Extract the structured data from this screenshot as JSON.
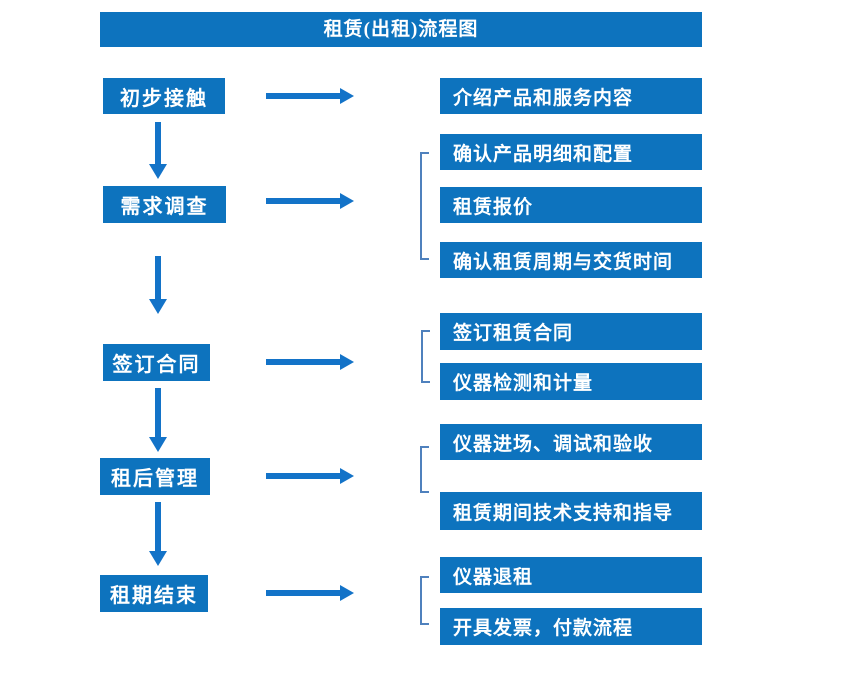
{
  "title": "租赁(出租)流程图",
  "colors": {
    "box_blue": "#0d73be",
    "arrow_blue": "#1373c8",
    "bracket_blue": "#4f81bd",
    "text_white": "#ffffff",
    "background": "#ffffff"
  },
  "icons": {
    "flow_arrow_right": "right-arrow",
    "flow_arrow_down": "down-arrow",
    "group_bracket": "left-square-bracket"
  },
  "flow": {
    "steps": [
      {
        "label": "初步接触",
        "details": [
          "介绍产品和服务内容"
        ]
      },
      {
        "label": "需求调查",
        "details": [
          "确认产品明细和配置",
          "租赁报价",
          "确认租赁周期与交货时间"
        ]
      },
      {
        "label": "签订合同",
        "details": [
          "签订租赁合同",
          "仪器检测和计量"
        ]
      },
      {
        "label": "租后管理",
        "details": [
          "仪器进场、调试和验收",
          "租赁期间技术支持和指导"
        ]
      },
      {
        "label": "租期结束",
        "details": [
          "仪器退租",
          "开具发票，付款流程"
        ]
      }
    ]
  }
}
